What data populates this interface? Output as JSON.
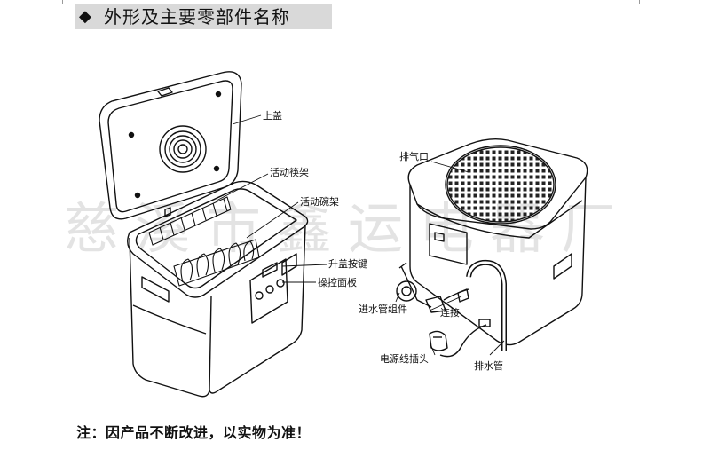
{
  "header": {
    "bullet": "◆",
    "title": "外形及主要零部件名称"
  },
  "watermark": "慈溪市鑫运电器厂",
  "labels": {
    "lid": "上盖",
    "chopstick_rack": "活动筷架",
    "bowl_rack": "活动碗架",
    "lift_button": "升盖按键",
    "control_panel": "操控面板",
    "exhaust": "排气口",
    "inlet_assembly": "进水管组件",
    "connector": "连接",
    "power_plug": "电源线插头",
    "drain_pipe": "排水管"
  },
  "note": "注：因产品不断改进，以实物为准！"
}
